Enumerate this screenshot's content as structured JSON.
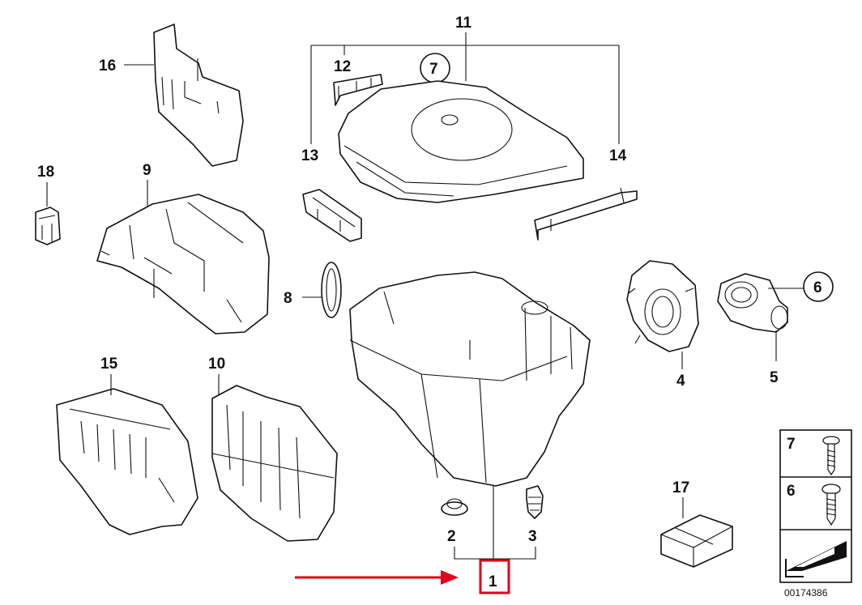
{
  "callouts": {
    "c1": "1",
    "c2": "2",
    "c3": "3",
    "c4": "4",
    "c5": "5",
    "c6": "6",
    "c7": "7",
    "c8": "8",
    "c9": "9",
    "c10": "10",
    "c11": "11",
    "c12": "12",
    "c13": "13",
    "c14": "14",
    "c15": "15",
    "c16": "16",
    "c17": "17",
    "c18": "18"
  },
  "legend": {
    "item_a": "7",
    "item_b": "6"
  },
  "diagram_id": "00174386",
  "colors": {
    "line": "#111111",
    "highlight": "#e0001a",
    "background": "#ffffff"
  }
}
